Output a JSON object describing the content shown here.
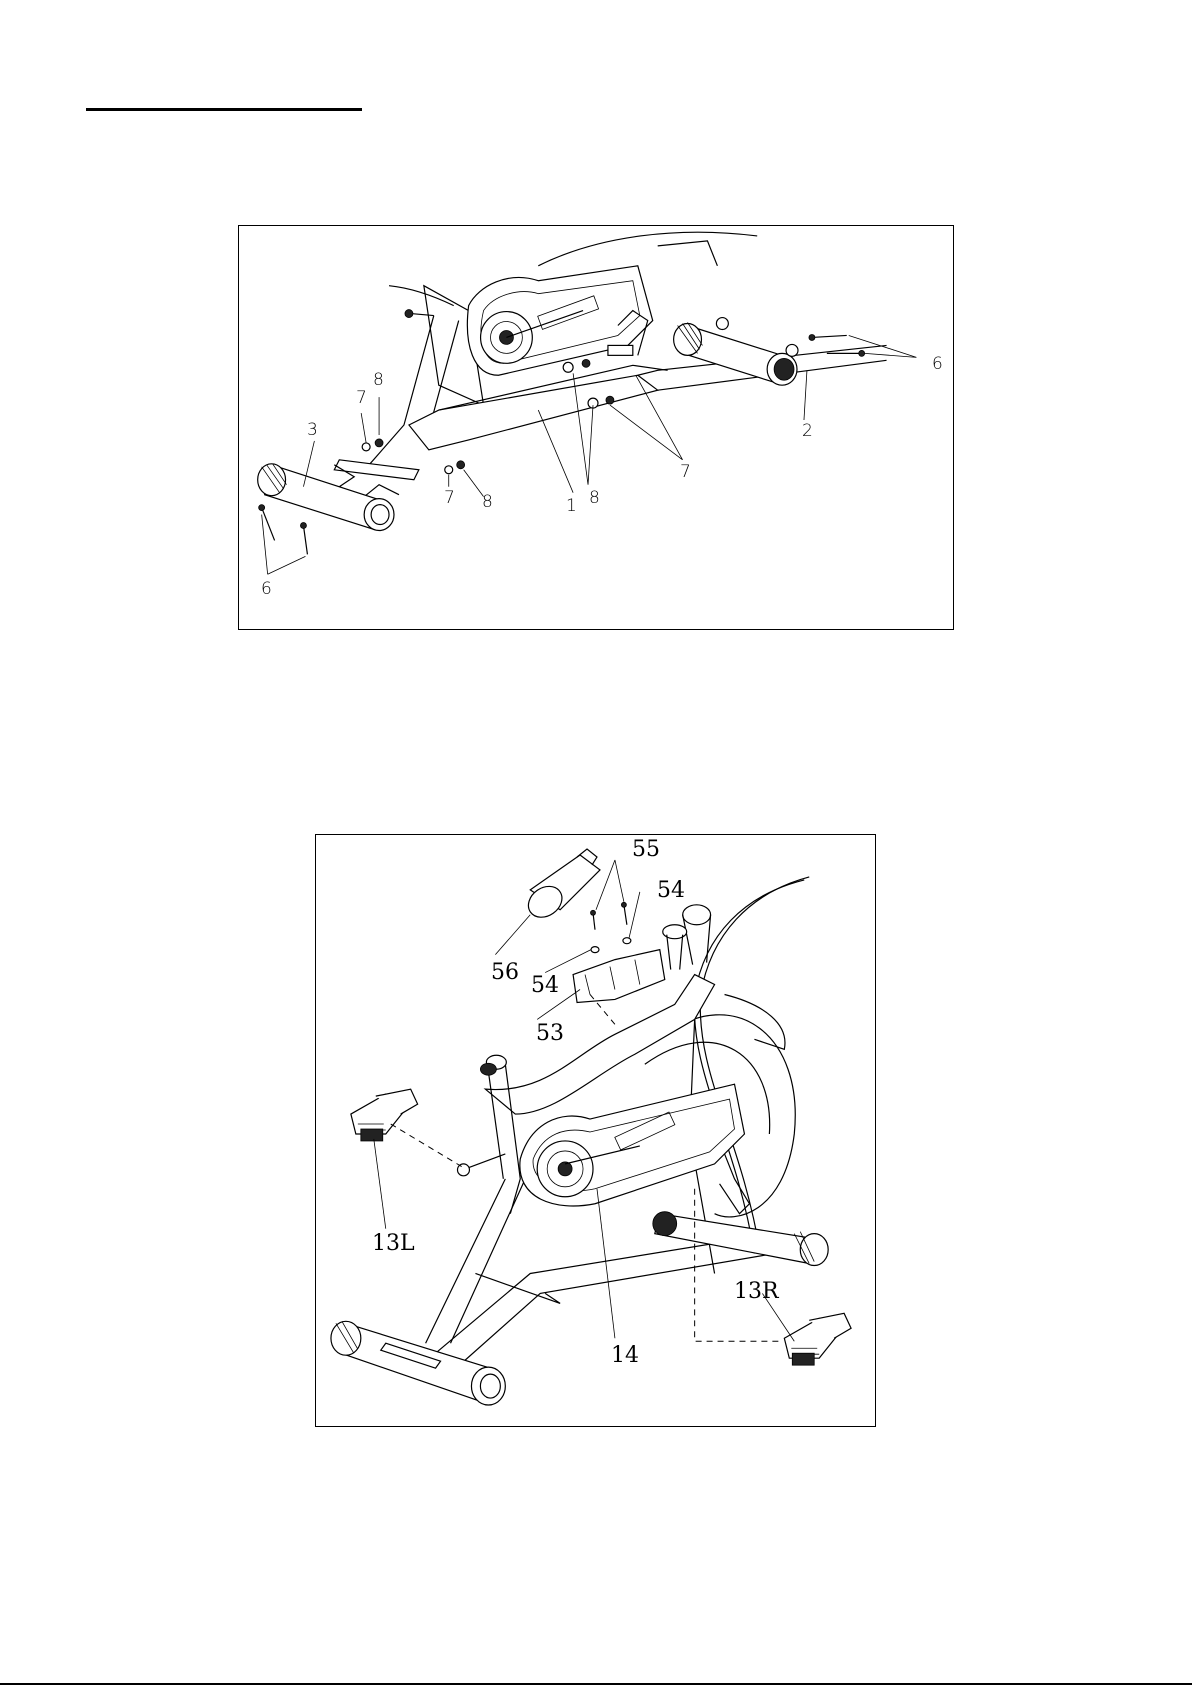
{
  "figure1": {
    "callouts": [
      {
        "id": "c1-8-top",
        "text": "8"
      },
      {
        "id": "c1-7-left",
        "text": "7"
      },
      {
        "id": "c1-3",
        "text": "3"
      },
      {
        "id": "c1-7-mid",
        "text": "7"
      },
      {
        "id": "c1-8-mid",
        "text": "8"
      },
      {
        "id": "c1-1",
        "text": "1"
      },
      {
        "id": "c1-8-right",
        "text": "8"
      },
      {
        "id": "c1-7-right",
        "text": "7"
      },
      {
        "id": "c1-2",
        "text": "2"
      },
      {
        "id": "c1-6-right",
        "text": "6"
      },
      {
        "id": "c1-6-left",
        "text": "6"
      }
    ]
  },
  "figure2": {
    "callouts": [
      {
        "id": "c2-55",
        "text": "55"
      },
      {
        "id": "c2-54-top",
        "text": "54"
      },
      {
        "id": "c2-56",
        "text": "56"
      },
      {
        "id": "c2-54-mid",
        "text": "54"
      },
      {
        "id": "c2-53",
        "text": "53"
      },
      {
        "id": "c2-13L",
        "text": "13L"
      },
      {
        "id": "c2-14",
        "text": "14"
      },
      {
        "id": "c2-13R",
        "text": "13R"
      }
    ]
  }
}
